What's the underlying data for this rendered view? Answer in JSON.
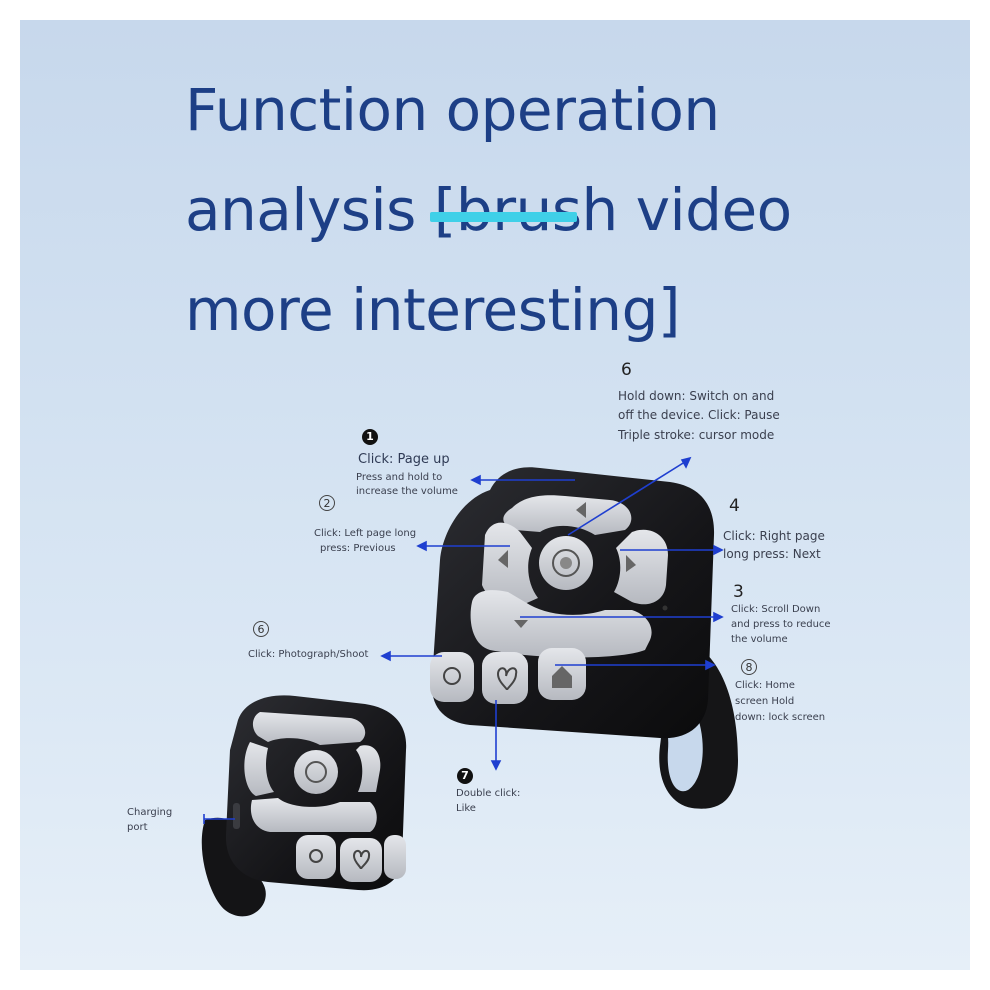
{
  "title": {
    "line1": "Function operation",
    "line2": "analysis [brush video",
    "line3": "more interesting]"
  },
  "annotations": {
    "a1": {
      "marker": "1",
      "head": "Click: Page up",
      "body1": "Press and hold to",
      "body2": "increase the volume"
    },
    "a2": {
      "marker": "2",
      "text1": "Click: Left page long",
      "text2": "press: Previous"
    },
    "a6top": {
      "marker": "6",
      "text1": "Hold down: Switch on and",
      "text2": "off the device. Click: Pause",
      "text3": "Triple stroke: cursor mode"
    },
    "a4": {
      "marker": "4",
      "text1": "Click: Right page",
      "text2": "long press: Next"
    },
    "a3": {
      "marker": "3",
      "text1": "Click: Scroll Down",
      "text2": "and press to reduce",
      "text3": "the volume"
    },
    "a6left": {
      "marker": "6",
      "text1": "Click: Photograph/Shoot"
    },
    "a8": {
      "marker": "8",
      "text1": "Click: Home",
      "text2": "screen Hold",
      "text3": "down: lock screen"
    },
    "a7": {
      "marker": "7",
      "text1": "Double click:",
      "text2": "Like"
    },
    "charging": {
      "text1": "Charging",
      "text2": "port"
    }
  },
  "colors": {
    "title": "#1d3f86",
    "highlight": "#3fd0e8",
    "arrow": "#1f3fd0",
    "device_body": "#1a1a1c",
    "button": "#c9ccd2"
  }
}
